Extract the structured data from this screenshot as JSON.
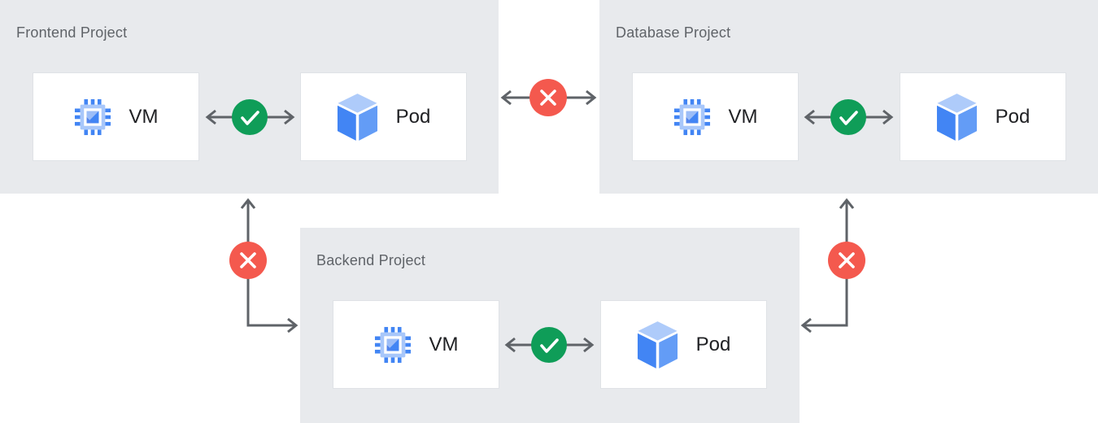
{
  "diagram": {
    "type": "cloud-architecture-diagram",
    "projects": [
      {
        "id": "frontend",
        "title": "Frontend Project",
        "nodes": [
          {
            "label": "VM",
            "icon": "vm-chip-icon"
          },
          {
            "label": "Pod",
            "icon": "pod-cube-icon"
          }
        ],
        "internal_connection": {
          "from": "VM",
          "to": "Pod",
          "status": "allowed",
          "icon": "check-icon"
        }
      },
      {
        "id": "database",
        "title": "Database Project",
        "nodes": [
          {
            "label": "VM",
            "icon": "vm-chip-icon"
          },
          {
            "label": "Pod",
            "icon": "pod-cube-icon"
          }
        ],
        "internal_connection": {
          "from": "VM",
          "to": "Pod",
          "status": "allowed",
          "icon": "check-icon"
        }
      },
      {
        "id": "backend",
        "title": "Backend Project",
        "nodes": [
          {
            "label": "VM",
            "icon": "vm-chip-icon"
          },
          {
            "label": "Pod",
            "icon": "pod-cube-icon"
          }
        ],
        "internal_connection": {
          "from": "VM",
          "to": "Pod",
          "status": "allowed",
          "icon": "check-icon"
        }
      }
    ],
    "cross_project_connections": [
      {
        "from": "Frontend Project",
        "to": "Database Project",
        "status": "blocked",
        "icon": "x-icon",
        "style": "horizontal-double-arrow"
      },
      {
        "from": "Frontend Project",
        "to": "Backend Project",
        "status": "blocked",
        "icon": "x-icon",
        "style": "elbow-double-arrow"
      },
      {
        "from": "Database Project",
        "to": "Backend Project",
        "status": "blocked",
        "icon": "x-icon",
        "style": "elbow-double-arrow"
      }
    ],
    "colors": {
      "panel_background": "#e8eaed",
      "node_background": "#ffffff",
      "node_border": "#dfe2e6",
      "title_text": "#5f6368",
      "node_label_text": "#202124",
      "arrow": "#5f6368",
      "allowed_green": "#0f9d58",
      "blocked_red": "#f4594e",
      "icon_blue": "#4285f4",
      "icon_light_blue": "#aecbfa",
      "icon_mid_blue": "#639cf6"
    }
  }
}
